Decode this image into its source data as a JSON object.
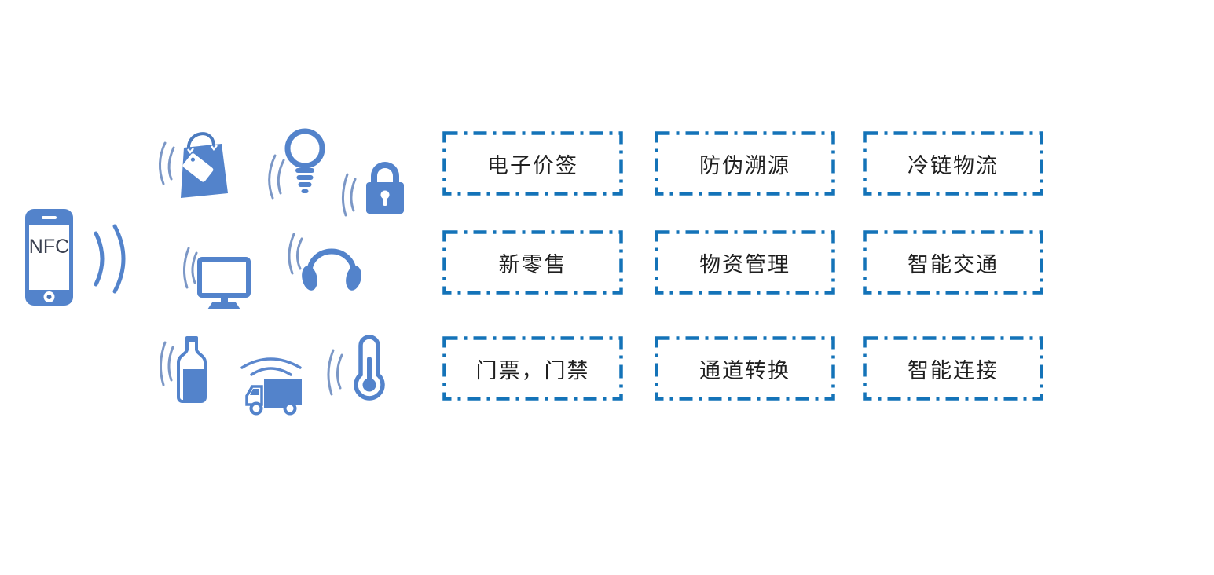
{
  "illustration": {
    "phone": {
      "label": "NFC"
    },
    "device_icons": [
      "shopping-bag",
      "lightbulb",
      "padlock",
      "monitor",
      "headphones",
      "bottle",
      "truck",
      "thermometer"
    ],
    "signal_waves": "radio-wave-arcs"
  },
  "grid": {
    "items": [
      {
        "label": "电子价签"
      },
      {
        "label": "防伪溯源"
      },
      {
        "label": "冷链物流"
      },
      {
        "label": "新零售"
      },
      {
        "label": "物资管理"
      },
      {
        "label": "智能交通"
      },
      {
        "label": "门票，门禁"
      },
      {
        "label": "通道转换"
      },
      {
        "label": "智能连接"
      }
    ]
  },
  "colors": {
    "icon_blue": "#5383cb",
    "wave_blue": "#7b97c6",
    "dash_blue": "#1473b8",
    "text_dark": "#1f1f1f"
  }
}
